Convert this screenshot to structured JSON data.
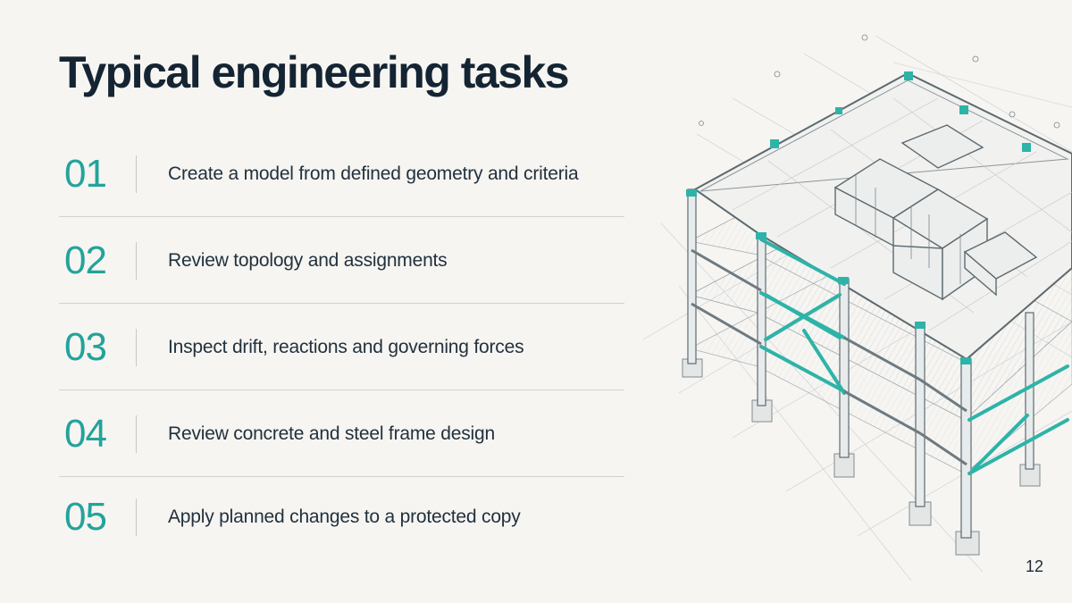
{
  "slide": {
    "title": "Typical engineering tasks",
    "page_number": "12"
  },
  "tasks": [
    {
      "number": "01",
      "text": "Create a model from defined geometry and criteria"
    },
    {
      "number": "02",
      "text": "Review topology and assignments"
    },
    {
      "number": "03",
      "text": "Inspect drift, reactions and governing forces"
    },
    {
      "number": "04",
      "text": "Review concrete and steel frame design"
    },
    {
      "number": "05",
      "text": "Apply planned changes to a protected copy"
    }
  ],
  "colors": {
    "accent": "#23a39a",
    "title": "#142433",
    "background": "#f6f5f2"
  },
  "illustration": {
    "icon": "isometric-building-frame-drawing"
  }
}
